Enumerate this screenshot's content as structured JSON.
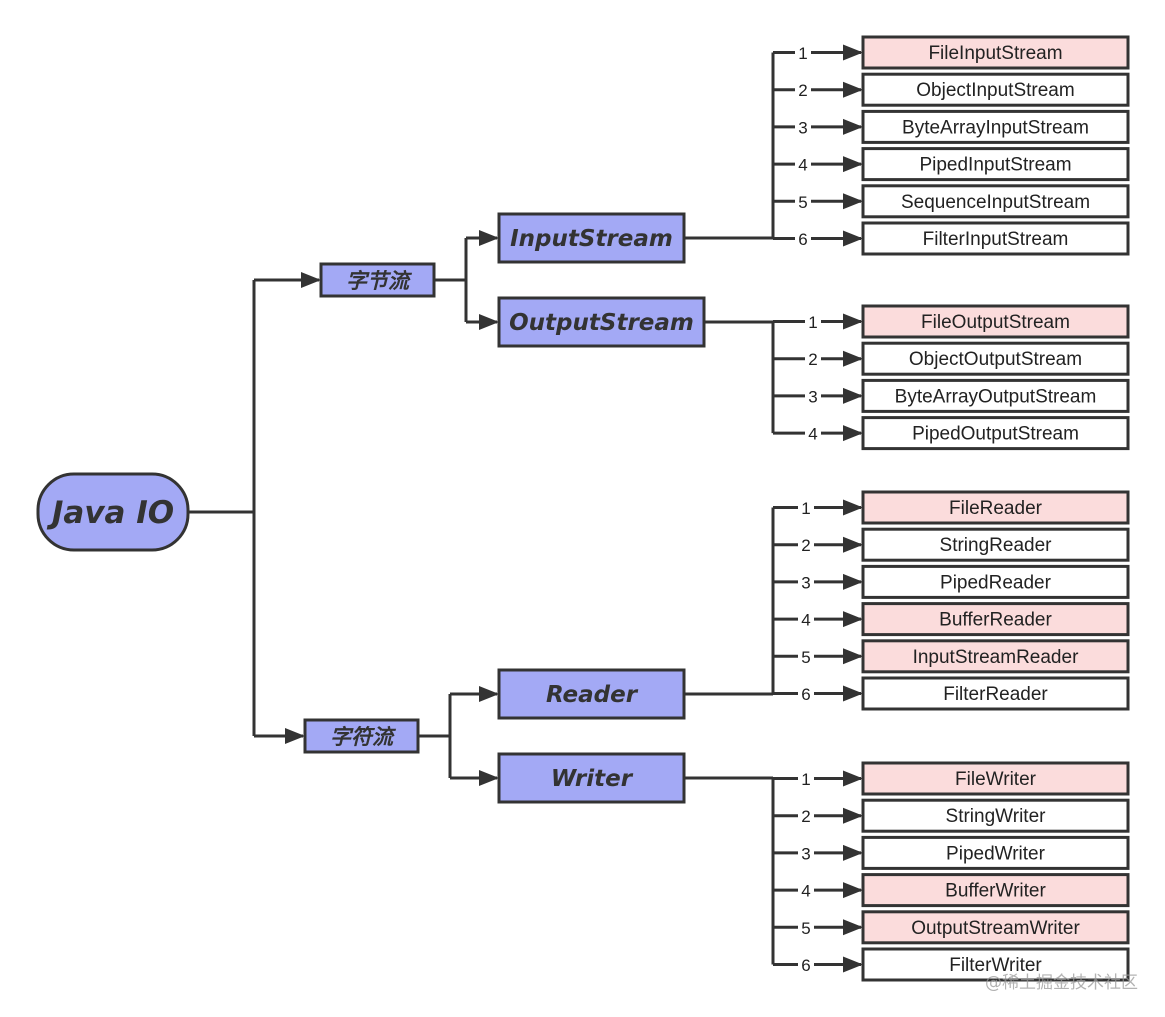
{
  "root": {
    "label": "Java IO"
  },
  "categories": [
    {
      "label": "字节流",
      "groups": [
        {
          "label": "InputStream",
          "items": [
            {
              "num": "1",
              "label": "FileInputStream",
              "highlight": true
            },
            {
              "num": "2",
              "label": "ObjectInputStream",
              "highlight": false
            },
            {
              "num": "3",
              "label": "ByteArrayInputStream",
              "highlight": false
            },
            {
              "num": "4",
              "label": "PipedInputStream",
              "highlight": false
            },
            {
              "num": "5",
              "label": "SequenceInputStream",
              "highlight": false
            },
            {
              "num": "6",
              "label": "FilterInputStream",
              "highlight": false
            }
          ]
        },
        {
          "label": "OutputStream",
          "items": [
            {
              "num": "1",
              "label": "FileOutputStream",
              "highlight": true
            },
            {
              "num": "2",
              "label": "ObjectOutputStream",
              "highlight": false
            },
            {
              "num": "3",
              "label": "ByteArrayOutputStream",
              "highlight": false
            },
            {
              "num": "4",
              "label": "PipedOutputStream",
              "highlight": false
            }
          ]
        }
      ]
    },
    {
      "label": "字符流",
      "groups": [
        {
          "label": "Reader",
          "items": [
            {
              "num": "1",
              "label": "FileReader",
              "highlight": true
            },
            {
              "num": "2",
              "label": "StringReader",
              "highlight": false
            },
            {
              "num": "3",
              "label": "PipedReader",
              "highlight": false
            },
            {
              "num": "4",
              "label": "BufferReader",
              "highlight": true
            },
            {
              "num": "5",
              "label": "InputStreamReader",
              "highlight": true
            },
            {
              "num": "6",
              "label": "FilterReader",
              "highlight": false
            }
          ]
        },
        {
          "label": "Writer",
          "items": [
            {
              "num": "1",
              "label": "FileWriter",
              "highlight": true
            },
            {
              "num": "2",
              "label": "StringWriter",
              "highlight": false
            },
            {
              "num": "3",
              "label": "PipedWriter",
              "highlight": false
            },
            {
              "num": "4",
              "label": "BufferWriter",
              "highlight": true
            },
            {
              "num": "5",
              "label": "OutputStreamWriter",
              "highlight": true
            },
            {
              "num": "6",
              "label": "FilterWriter",
              "highlight": false
            }
          ]
        }
      ]
    }
  ],
  "watermark": "@稀土掘金技术社区",
  "colors": {
    "main_fill": "#a3a9f5",
    "highlight_fill": "#fbdcdc",
    "plain_fill": "#ffffff",
    "stroke": "#333333"
  }
}
